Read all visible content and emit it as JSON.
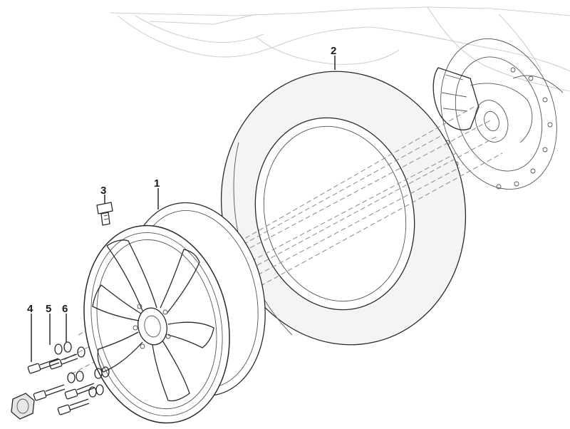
{
  "callouts": {
    "c1": "1",
    "c2": "2",
    "c3": "3",
    "c4": "4",
    "c5": "5",
    "c6": "6"
  },
  "colors": {
    "line": "#2a2a2a",
    "ghost": "#cfcfcf",
    "tyre_shade": "#e8e8e8"
  }
}
